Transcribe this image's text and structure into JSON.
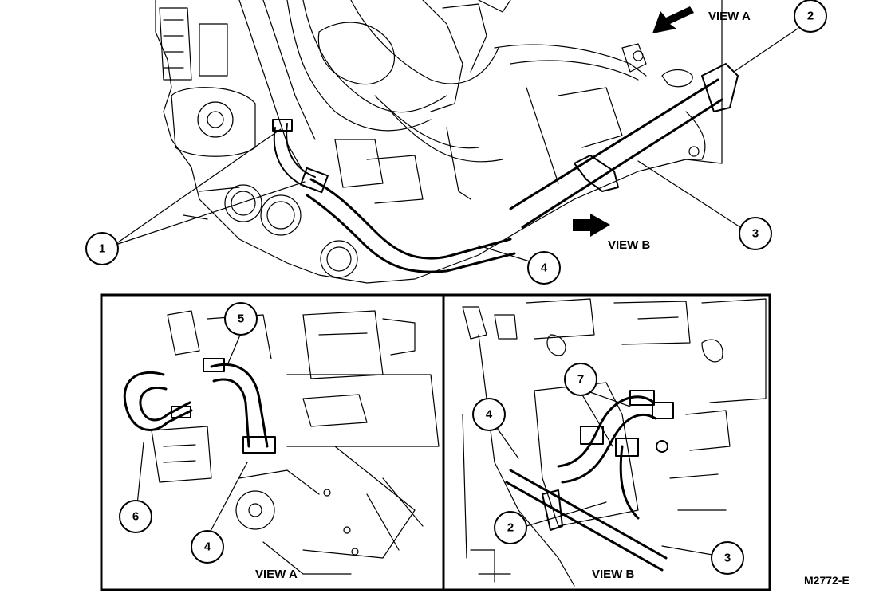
{
  "figure": {
    "figure_code": "M2772-E",
    "main_view": {
      "arrow_labels": {
        "view_a": "VIEW A",
        "view_b": "VIEW B"
      },
      "callouts": [
        "1",
        "2",
        "3",
        "4"
      ]
    },
    "inset_view_a": {
      "caption": "VIEW A",
      "callouts": [
        "5",
        "6",
        "4"
      ]
    },
    "inset_view_b": {
      "caption": "VIEW B",
      "callouts": [
        "7",
        "4",
        "2",
        "3"
      ]
    }
  }
}
